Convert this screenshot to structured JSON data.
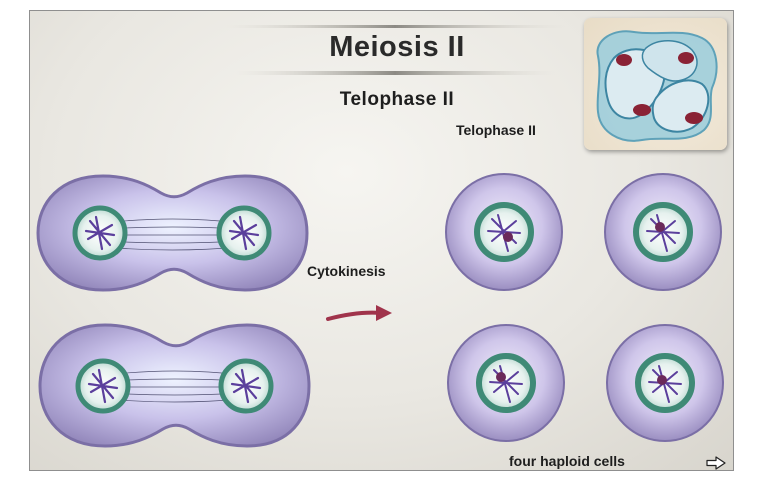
{
  "title": "Meiosis II",
  "subtitle": "Telophase II",
  "photo_label": "Telophase II",
  "process_label": "Cytokinesis",
  "result_label": "four haploid cells",
  "next_icon": "arrow-right-outline",
  "colors": {
    "cytoplasm": "#c7bce6",
    "membrane": "#8b7fb4",
    "nuclear_envelope": "#3f8a76",
    "chromosomes": "#5b3f9c",
    "arrow": "#a0334b",
    "stain_cell": "#6fb3c6",
    "stain_chromosomes": "#8a2235"
  }
}
